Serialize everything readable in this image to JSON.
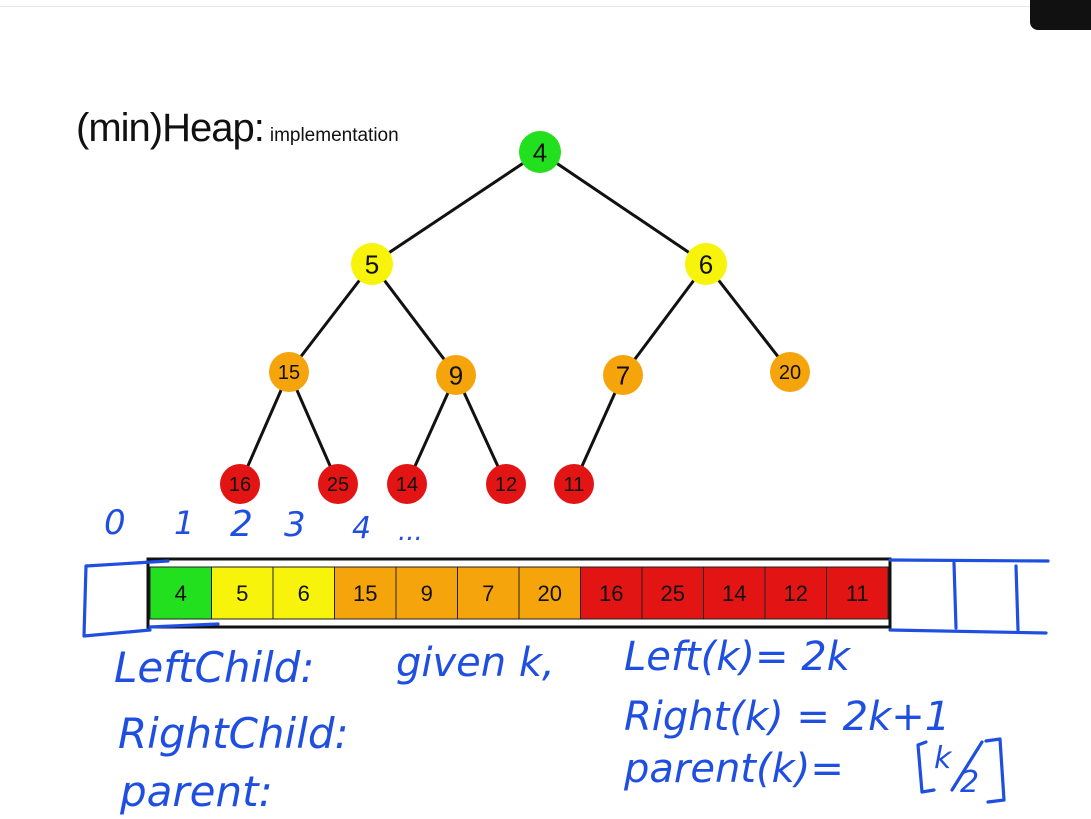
{
  "title": {
    "main": "(min)Heap:",
    "sub": "implementation"
  },
  "colors": {
    "root": "#22e01e",
    "level1": "#f7f30a",
    "level2": "#f5a40c",
    "level3": "#e31414",
    "edge": "#111111",
    "ink": "#1f4fe0"
  },
  "tree": {
    "nodes": [
      {
        "label": "4",
        "level": 0
      },
      {
        "label": "5",
        "level": 1
      },
      {
        "label": "6",
        "level": 1
      },
      {
        "label": "15",
        "level": 2
      },
      {
        "label": "9",
        "level": 2
      },
      {
        "label": "7",
        "level": 2
      },
      {
        "label": "20",
        "level": 2
      },
      {
        "label": "16",
        "level": 3
      },
      {
        "label": "25",
        "level": 3
      },
      {
        "label": "14",
        "level": 3
      },
      {
        "label": "12",
        "level": 3
      },
      {
        "label": "11",
        "level": 3
      }
    ],
    "edges": [
      [
        0,
        1
      ],
      [
        0,
        2
      ],
      [
        1,
        3
      ],
      [
        1,
        4
      ],
      [
        2,
        5
      ],
      [
        2,
        6
      ],
      [
        3,
        7
      ],
      [
        3,
        8
      ],
      [
        4,
        9
      ],
      [
        4,
        10
      ],
      [
        5,
        11
      ]
    ]
  },
  "array": {
    "cells": [
      {
        "label": "4",
        "level": 0
      },
      {
        "label": "5",
        "level": 1
      },
      {
        "label": "6",
        "level": 1
      },
      {
        "label": "15",
        "level": 2
      },
      {
        "label": "9",
        "level": 2
      },
      {
        "label": "7",
        "level": 2
      },
      {
        "label": "20",
        "level": 2
      },
      {
        "label": "16",
        "level": 3
      },
      {
        "label": "25",
        "level": 3
      },
      {
        "label": "14",
        "level": 3
      },
      {
        "label": "12",
        "level": 3
      },
      {
        "label": "11",
        "level": 3
      }
    ]
  },
  "annotations": {
    "indices": [
      "0",
      "1",
      "2",
      "3",
      "4",
      "..."
    ],
    "left_child": "LeftChild:",
    "given_k": "given k,",
    "right_child": "RightChild:",
    "parent": "parent:",
    "formula_left": "Left(k)= 2k",
    "formula_right": "Right(k) = 2k+1",
    "formula_parent_prefix": "parent(k)=",
    "formula_parent_num": "k",
    "formula_parent_den": "2"
  }
}
